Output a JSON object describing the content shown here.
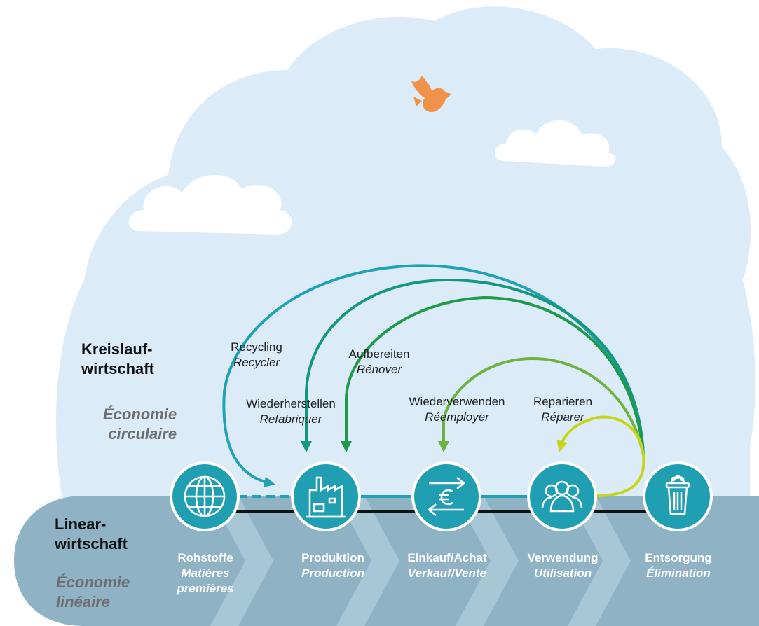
{
  "circular": {
    "title_de": "Kreislauf-\nwirtschaft",
    "title_fr": "Économie\ncirculaire"
  },
  "linear": {
    "title_de": "Linear-\nwirtschaft",
    "title_fr": "Économie\nlinéaire"
  },
  "loops": [
    {
      "id": "recycle",
      "de": "Recycling",
      "fr": "Recycler",
      "color": "#1fa2b4"
    },
    {
      "id": "refabricate",
      "de": "Wiederherstellen",
      "fr": "Refabriquer",
      "color": "#14967f"
    },
    {
      "id": "renovate",
      "de": "Aufbereiten",
      "fr": "Rénover",
      "color": "#1f9a4a"
    },
    {
      "id": "reuse",
      "de": "Wiederverwenden",
      "fr": "Réemployer",
      "color": "#6db33f"
    },
    {
      "id": "repair",
      "de": "Reparieren",
      "fr": "Réparer",
      "color": "#c8d41a"
    }
  ],
  "stages": [
    {
      "id": "raw",
      "de": "Rohstoffe",
      "fr": "Matières\npremières",
      "icon": "globe-icon"
    },
    {
      "id": "production",
      "de": "Produktion",
      "fr": "Production",
      "icon": "factory-icon"
    },
    {
      "id": "purchase",
      "de": "Einkauf/Achat",
      "fr": "Verkauf/Vente",
      "icon": "euro-exchange-icon"
    },
    {
      "id": "usage",
      "de": "Verwendung",
      "fr": "Utilisation",
      "icon": "people-icon"
    },
    {
      "id": "disposal",
      "de": "Entsorgung",
      "fr": "Élimination",
      "icon": "trash-can-icon"
    }
  ],
  "colors": {
    "sky": "#dbecf8",
    "band": "#8fb2c4",
    "chevron": "#a7c6d6",
    "line": "#111111",
    "node_fill": "#1f9fb1",
    "bird": "#f0924a"
  }
}
